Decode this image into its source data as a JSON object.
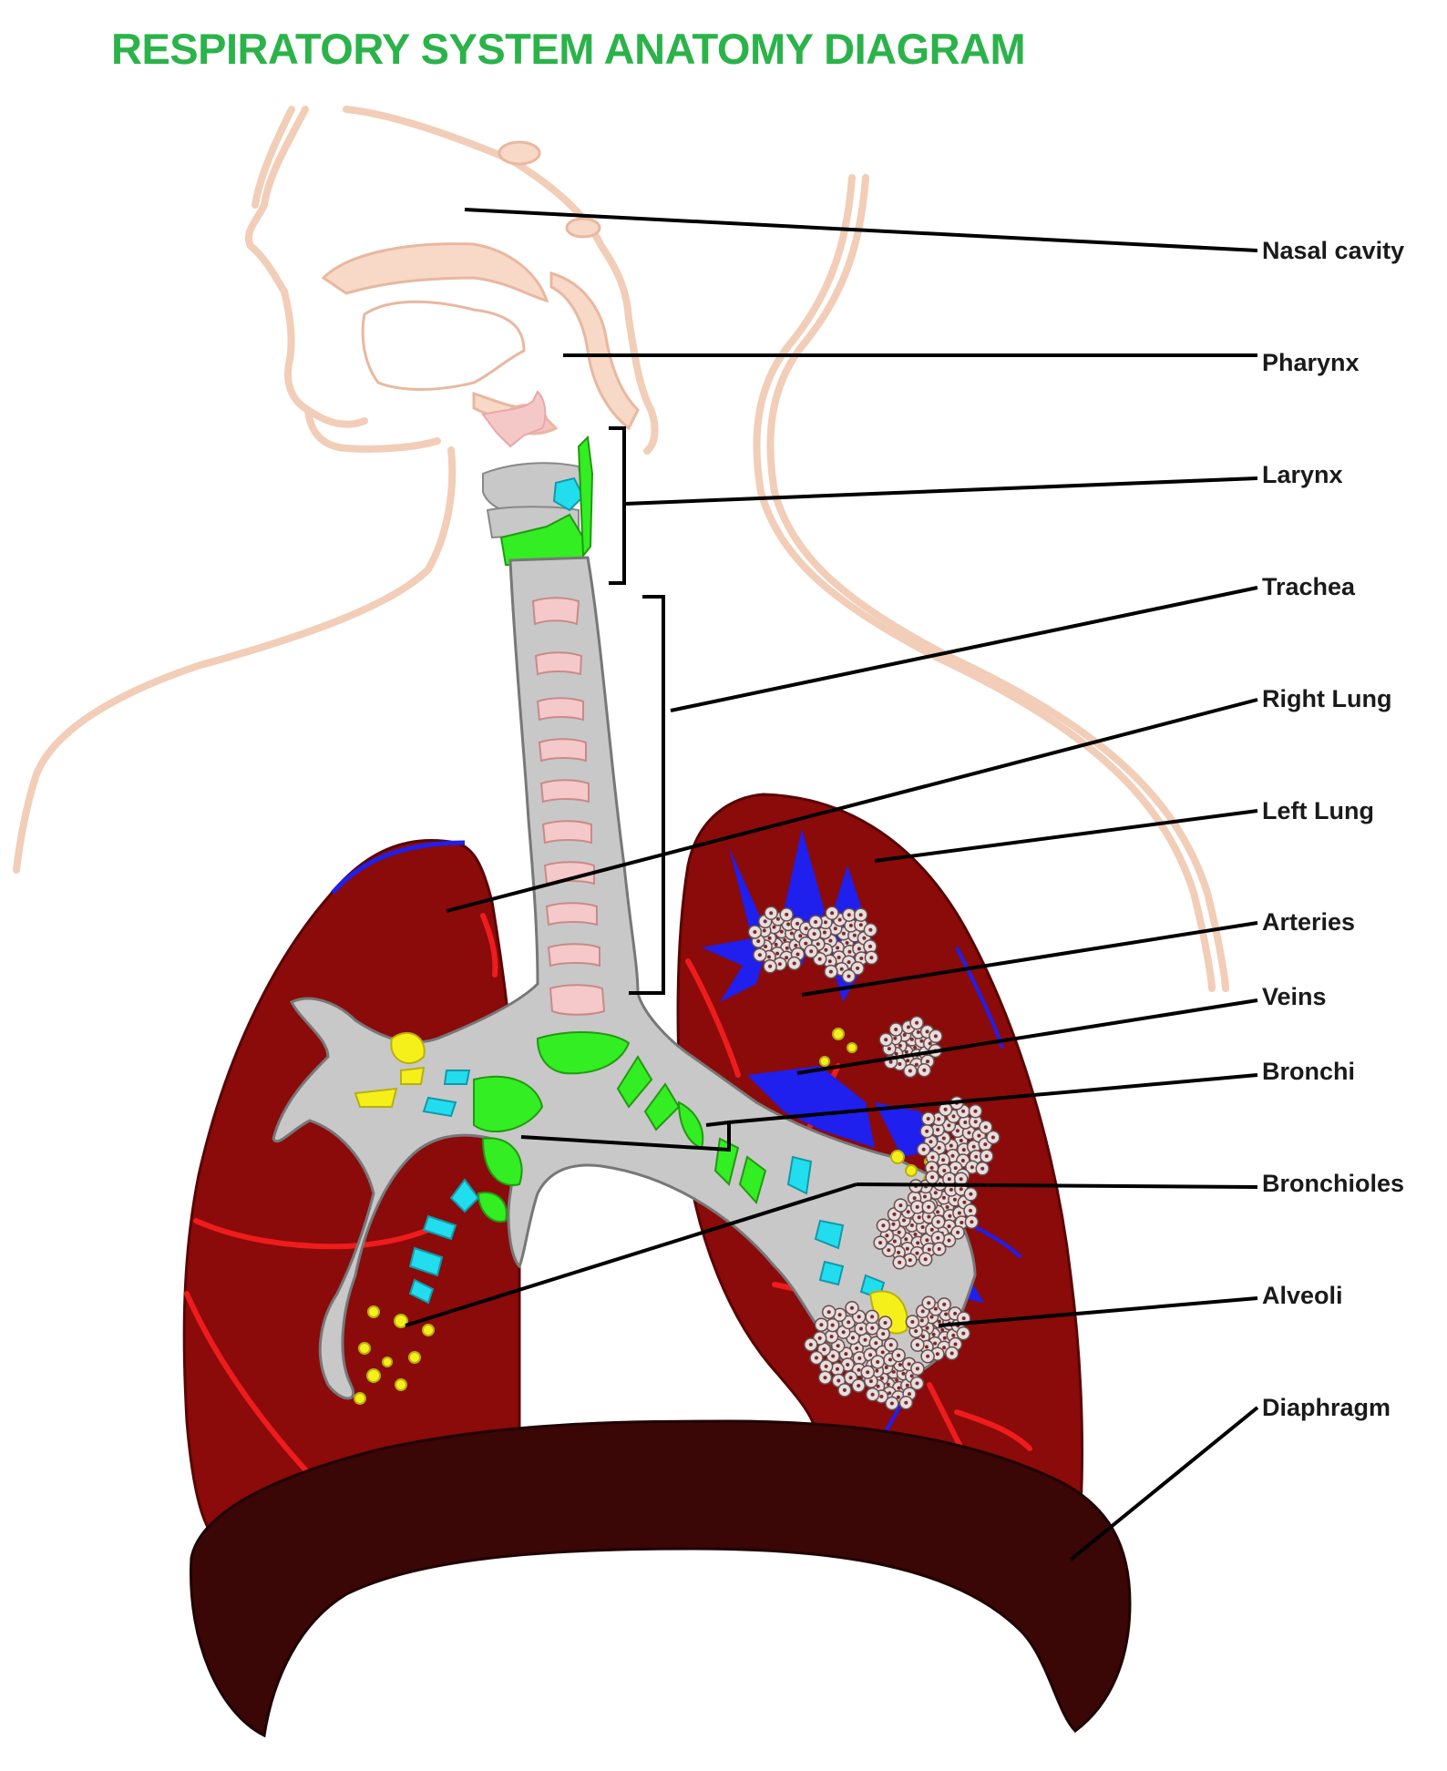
{
  "title": "RESPIRATORY SYSTEM ANATOMY DIAGRAM",
  "colors": {
    "title": "#2bb34a",
    "skin_outline": "#f2cdb7",
    "skin_fill": "#f8d8c6",
    "lung": "#8b0a0a",
    "diaphragm": "#3a0606",
    "airway": "#c8c8c8",
    "cartilage": "#f5c9c9",
    "artery": "#ee1c1c",
    "vein": "#1f1fee",
    "bronchi_green": "#33ee22",
    "bronchiole_cyan": "#22ddee",
    "alveoli_yellow": "#f5f01a"
  },
  "labels": [
    "Nasal cavity",
    "Pharynx",
    "Larynx",
    "Trachea",
    "Right Lung",
    "Left Lung",
    "Arteries",
    "Veins",
    "Bronchi",
    "Bronchioles",
    "Alveoli",
    "Diaphragm"
  ]
}
